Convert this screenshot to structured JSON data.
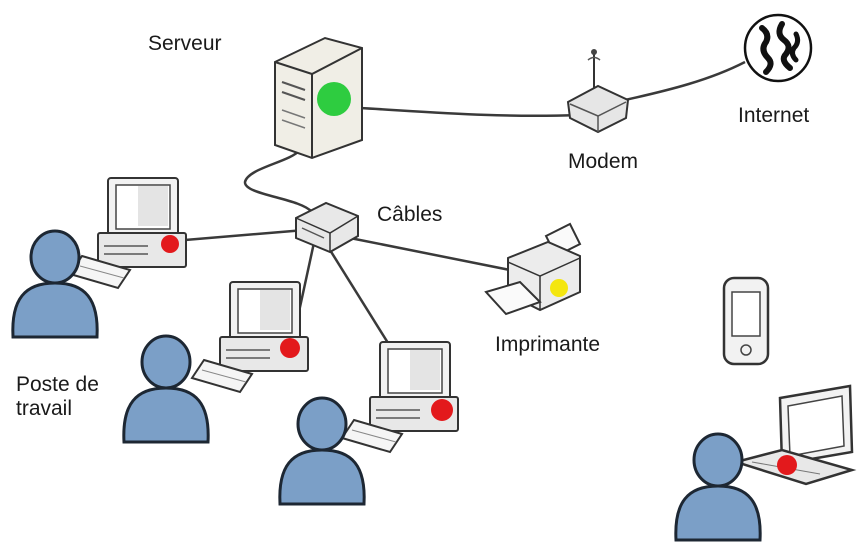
{
  "labels": {
    "server": "Serveur",
    "modem": "Modem",
    "internet": "Internet",
    "cables": "Câbles",
    "printer": "Imprimante",
    "workstation_line1": "Poste de",
    "workstation_line2": "travail"
  },
  "colors": {
    "server_indicator": "#2ecc40",
    "workstation_indicator": "#e3191c",
    "printer_indicator": "#f4e60f",
    "user_fill": "#7b9fc7",
    "user_stroke": "#1d2733",
    "device_fill": "#eeeeee",
    "cable": "#3a3a3a"
  },
  "icons": [
    "server-icon",
    "modem-icon",
    "internet-globe-icon",
    "network-switch-icon",
    "printer-icon",
    "workstation-icon",
    "user-icon",
    "smartphone-icon",
    "laptop-icon"
  ]
}
